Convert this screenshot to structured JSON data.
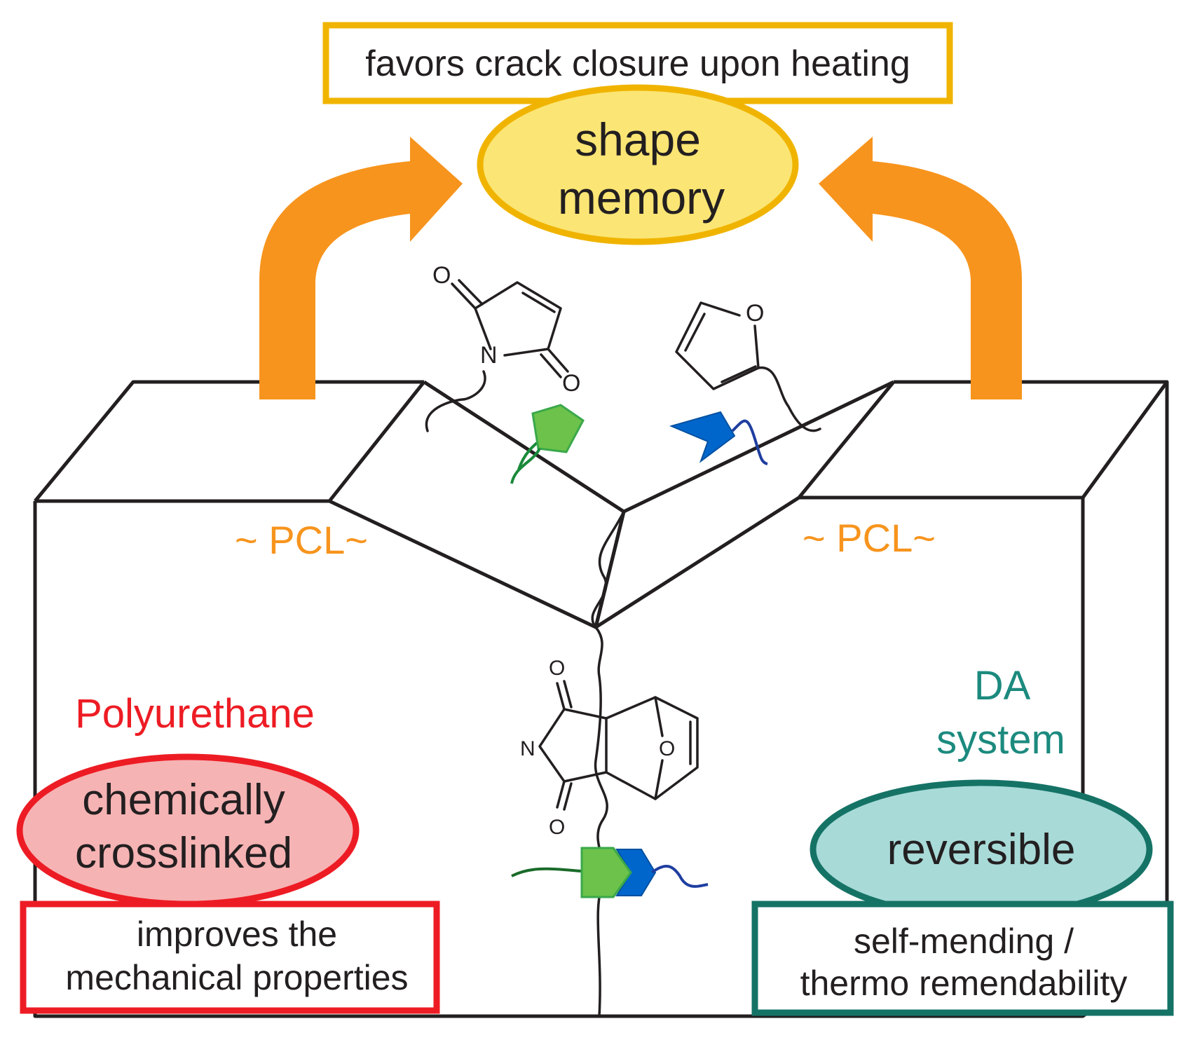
{
  "top_box": {
    "text": "favors crack closure upon heating",
    "color": "#f0b400"
  },
  "shape_memory": {
    "line1": "shape",
    "line2": "memory",
    "fill": "#fbe574",
    "stroke": "#f0b400"
  },
  "pcl_left": "~ PCL~",
  "pcl_right": "~ PCL~",
  "polyurethane": {
    "label": "Polyurethane",
    "color": "#ed1c24"
  },
  "crosslinked": {
    "line1": "chemically",
    "line2": "crosslinked",
    "fill": "#f6b3b4",
    "stroke": "#ed1c24"
  },
  "mechanical_box": {
    "line1": "improves the",
    "line2": "mechanical properties",
    "color": "#ed1c24"
  },
  "da_system": {
    "line1": "DA",
    "line2": "system",
    "color": "#1c8a7e"
  },
  "reversible": {
    "text": "reversible",
    "fill": "#a8dad8",
    "stroke": "#157366"
  },
  "mending_box": {
    "line1": "self-mending /",
    "line2": "thermo remendability",
    "color": "#157366"
  },
  "atoms": {
    "oxygen": "O",
    "nitrogen": "N"
  },
  "arrow_color": "#f7941d",
  "icons": [
    "maleimide-structure",
    "furan-structure",
    "diels-alder-adduct-structure",
    "green-pentagon-icon",
    "blue-arrowhead-icon"
  ]
}
